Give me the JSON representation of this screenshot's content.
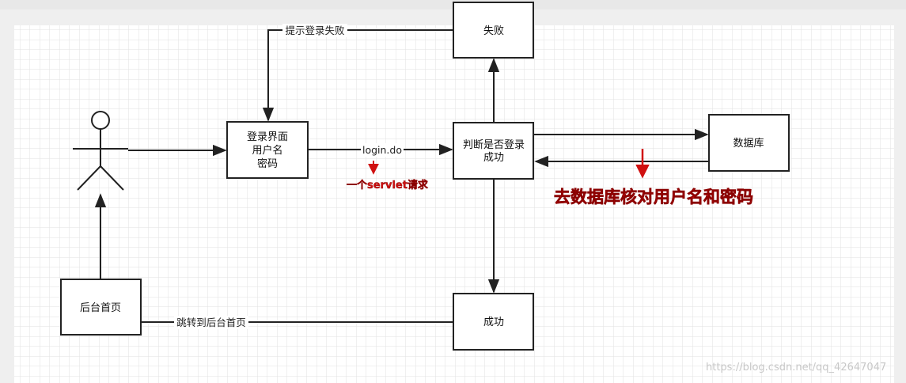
{
  "nodes": {
    "login": {
      "lines": [
        "登录界面",
        "用户名",
        "密码"
      ]
    },
    "judge": {
      "lines": [
        "判断是否登录",
        "成功"
      ]
    },
    "fail": {
      "label": "失败"
    },
    "success": {
      "label": "成功"
    },
    "database": {
      "label": "数据库"
    },
    "backend_home": {
      "label": "后台首页"
    }
  },
  "edges": {
    "fail_to_login": "提示登录失败",
    "login_to_judge": "login.do",
    "success_to_home": "跳转到后台首页"
  },
  "annotations": {
    "servlet_note": "一个servlet请求",
    "database_note": "去数据库核对用户名和密码"
  },
  "watermark": "https://blog.csdn.net/qq_42647047",
  "colors": {
    "annotation": "#d01010",
    "stroke": "#222222",
    "grid": "#dcdcdc"
  }
}
